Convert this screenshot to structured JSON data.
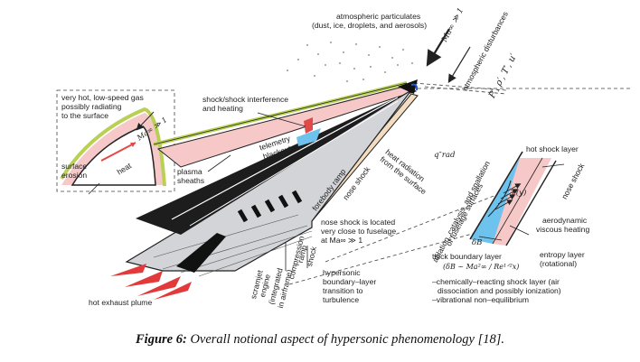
{
  "caption": {
    "label": "Figure 6:",
    "text": "Overall notional aspect of hypersonic phenomenology [18]."
  },
  "labels": {
    "particulates_1": "atmospheric particulates",
    "particulates_2": "(dust, ice, droplets, and aerosols)",
    "mach_top": "Ma∞ ≫ 1",
    "atm_disturbances": "atmospheric disturbances",
    "disturbance_vars": "P′, ρ′, T′, u′",
    "inset_1": "very hot, low-speed gas",
    "inset_2": "possibly radiating",
    "inset_3": "to the surface",
    "inset_mach": "Ma∞ ≫ 1",
    "heat": "heat",
    "surface_erosion_1": "surface",
    "surface_erosion_2": "erosion",
    "shock_interference_1": "shock/shock interference",
    "shock_interference_2": "and heating",
    "telemetry_1": "telemetry",
    "telemetry_2": "blackout",
    "plasma_1": "plasma",
    "plasma_2": "sheaths",
    "forebody_ramp": "forebody ramp",
    "nose_shock": "nose shock",
    "heat_radiation_1": "heat radiation",
    "heat_radiation_2": "from the surface",
    "q_rad": "q″rad",
    "ablation_1": "ablation, catalysis, and spallation",
    "ablation_2": "of fuselage surfaces",
    "nose_shock_located_1": "nose shock is located",
    "nose_shock_located_2": "very close to fuselage",
    "nose_shock_located_3": "at  Ma∞ ≫ 1",
    "compression_1": "compression",
    "compression_2": "ramp",
    "compression_3": "shock",
    "scramjet_1": "scramjet",
    "scramjet_2": "engine",
    "scramjet_3": "(integrated",
    "scramjet_4": "in airframe)",
    "transition_1": "hypersonic",
    "transition_2": "boundary–layer",
    "transition_3": "transition to",
    "transition_4": "turbulence",
    "exhaust": "hot exhaust plume",
    "hot_shock_layer": "hot shock layer",
    "detail_nose_shock": "nose shock",
    "t_y": "T(y)",
    "aero_heating_1": "aerodynamic",
    "aero_heating_2": "viscous heating",
    "delta_b": "δB",
    "thick_bl": "thick boundary layer",
    "thick_bl_formula": "(δB ∼ Ma²∞ / Re¹ᐟ²x)",
    "entropy_1": "entropy layer",
    "entropy_2": "(rotational)",
    "chem_1": "–chemically–reacting shock layer (air",
    "chem_2": "dissociation and possibly ionization)",
    "chem_3": "–vibrational non–equilibrium"
  },
  "colors": {
    "shock_layer_pink": "#f6c8c8",
    "sheath_green": "#b9cf55",
    "boundary_blue": "#6ec3ee",
    "heat_red": "#e24a4a",
    "fuselage_gray": "#d2d4d8",
    "nose_black": "#111111",
    "exhaust_red": "#e23a3a",
    "forebody_beige": "#f3dcc0"
  },
  "icons": [
    "hypersonic-vehicle-icon",
    "exhaust-flame-icon",
    "flow-arrow-icon"
  ]
}
